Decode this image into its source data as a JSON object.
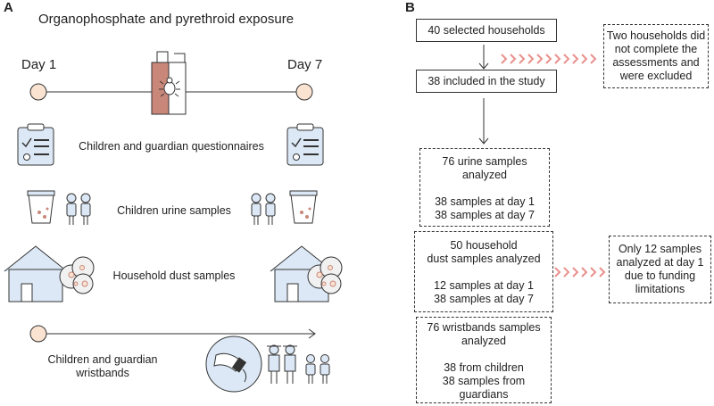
{
  "panel_a": {
    "label": "A",
    "title": "Organophosphate and pyrethroid exposure",
    "day_start": "Day 1",
    "day_end": "Day 7",
    "rows": {
      "questionnaires": "Children and guardian questionnaires",
      "urine": "Children urine samples",
      "dust": "Household dust samples",
      "wristbands_line1": "Children and guardian",
      "wristbands_line2": "wristbands"
    }
  },
  "panel_b": {
    "label": "B",
    "selected": "40 selected households",
    "included": "38 included in the study",
    "excluded": [
      "Two households did",
      "not complete the",
      "assessments and",
      "were excluded"
    ],
    "urine": [
      "76 urine samples",
      "analyzed",
      "",
      "38 samples at day 1",
      "38 samples at day 7"
    ],
    "dust": [
      "50 household",
      "dust samples analyzed",
      "",
      "12 samples at day 1",
      "38 samples at day 7"
    ],
    "dust_note": [
      "Only 12 samples",
      "analyzed at day 1",
      "due to funding",
      "limitations"
    ],
    "wristbands": [
      "76 wristbands samples",
      "analyzed",
      "",
      "38 from children",
      "38 samples from",
      "guardians"
    ]
  },
  "colors": {
    "accent_arrow": "#e9908c",
    "circle_fill": "#fbe3d2",
    "icon_fill": "#dce8f6",
    "jug_fill": "#c9877a"
  }
}
